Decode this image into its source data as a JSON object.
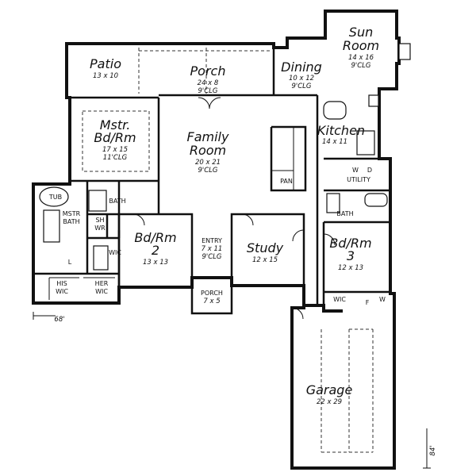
{
  "rooms": {
    "sun_room": {
      "name_1": "Sun",
      "name_2": "Room",
      "dims": "14 x 16",
      "clg": "9'CLG"
    },
    "patio": {
      "name": "Patio",
      "dims": "13 x 10"
    },
    "porch": {
      "name": "Porch",
      "dims": "24 x 8",
      "clg": "9'CLG"
    },
    "dining": {
      "name": "Dining",
      "dims": "10 x 12",
      "clg": "9'CLG"
    },
    "master": {
      "name_1": "Mstr.",
      "name_2": "Bd/Rm",
      "dims": "17 x 15",
      "clg": "11'CLG"
    },
    "family": {
      "name_1": "Family",
      "name_2": "Room",
      "dims": "20 x 21",
      "clg": "9'CLG"
    },
    "kitchen": {
      "name": "Kitchen",
      "dims": "14 x 11"
    },
    "pantry": {
      "name": "PAN"
    },
    "utility": {
      "w": "W",
      "d": "D",
      "name": "UTILITY"
    },
    "tub": {
      "name": "TUB"
    },
    "mstr_bath": {
      "name_1": "MSTR",
      "name_2": "BATH"
    },
    "bath_left": {
      "name": "BATH"
    },
    "shower": {
      "name_1": "SH",
      "name_2": "WR"
    },
    "bath_right": {
      "name": "BATH"
    },
    "bedroom2": {
      "name_1": "Bd/Rm",
      "name_2": "2",
      "dims": "13 x 13"
    },
    "entry": {
      "name": "ENTRY",
      "dims": "7 x 11",
      "clg": "9'CLG"
    },
    "study": {
      "name": "Study",
      "dims": "12 x 15"
    },
    "bedroom3": {
      "name_1": "Bd/Rm",
      "name_2": "3",
      "dims": "12 x 13"
    },
    "wic_a": {
      "name": "WIC"
    },
    "toilet": {
      "name": "L"
    },
    "his_wic": {
      "name_1": "HIS",
      "name_2": "WIC"
    },
    "her_wic": {
      "name_1": "HER",
      "name_2": "WIC"
    },
    "front_porch": {
      "name": "PORCH",
      "dims": "7 x 5"
    },
    "wic_b": {
      "name": "WIC"
    },
    "furnace": {
      "name": "F"
    },
    "water": {
      "name": "W"
    },
    "garage": {
      "name": "Garage",
      "dims": "22 x 29"
    }
  },
  "dimensions": {
    "width": "68'",
    "depth": "84'"
  }
}
